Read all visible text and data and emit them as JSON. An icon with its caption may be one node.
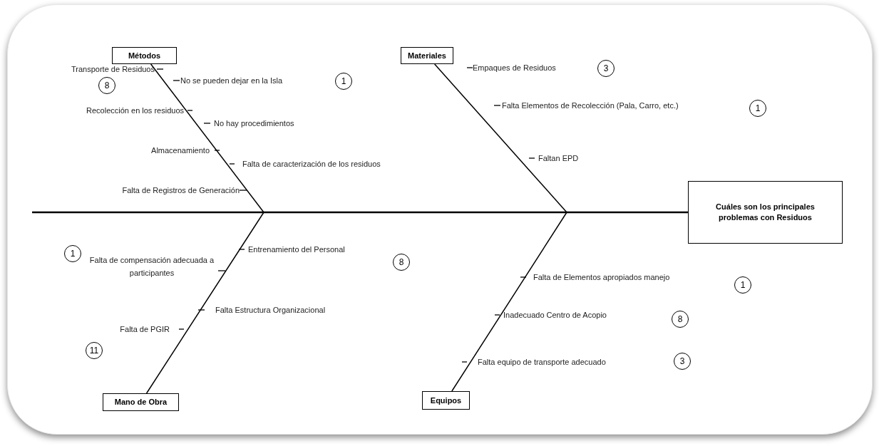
{
  "diagram": {
    "nodes": [
      {
        "text": [
          "Métodos"
        ]
      },
      {
        "text": [
          "Materiales"
        ]
      },
      {
        "text": [
          "1"
        ]
      },
      {
        "text": [
          "3"
        ]
      },
      {
        "text": [
          "8"
        ]
      },
      {
        "text": [
          "1"
        ]
      },
      {
        "text": [
          "Cuáles son los principales problemas con Residuos"
        ]
      },
      {
        "text": [
          "1"
        ]
      },
      {
        "text": [
          "8"
        ]
      },
      {
        "text": [
          "1"
        ]
      },
      {
        "text": [
          "8"
        ]
      },
      {
        "text": [
          "11"
        ]
      },
      {
        "text": [
          "3"
        ]
      },
      {
        "text": [
          "Mano de Obra"
        ]
      },
      {
        "text": [
          "Equipos"
        ]
      }
    ],
    "edges": [
      {
        "from": null,
        "to": 6,
        "arrow": "none"
      },
      {
        "from": 0,
        "to": null,
        "arrow": "none"
      },
      {
        "from": 1,
        "to": null,
        "arrow": "none"
      },
      {
        "from": 13,
        "to": null,
        "arrow": "none"
      },
      {
        "from": 14,
        "to": null,
        "arrow": "none"
      }
    ],
    "labels": [
      "Transporte de Residuos",
      "No se pueden dejar en la Isla",
      "Recolección en los residuos",
      "No hay procedimientos",
      "Almacenamiento",
      "Falta de caracterización de los residuos",
      "Falta de Registros de Generación",
      "Empaques de Residuos",
      "Falta Elementos de Recolección (Pala, Carro, etc.)",
      "Faltan EPD",
      "Entrenamiento del Personal",
      "Falta de compensación adecuada a participantes",
      "Falta Estructura Organizacional",
      "Falta de PGIR",
      "Falta de Elementos apropiados manejo",
      "Inadecuado Centro de Acopio",
      "Falta equipo de transporte adecuado"
    ]
  }
}
